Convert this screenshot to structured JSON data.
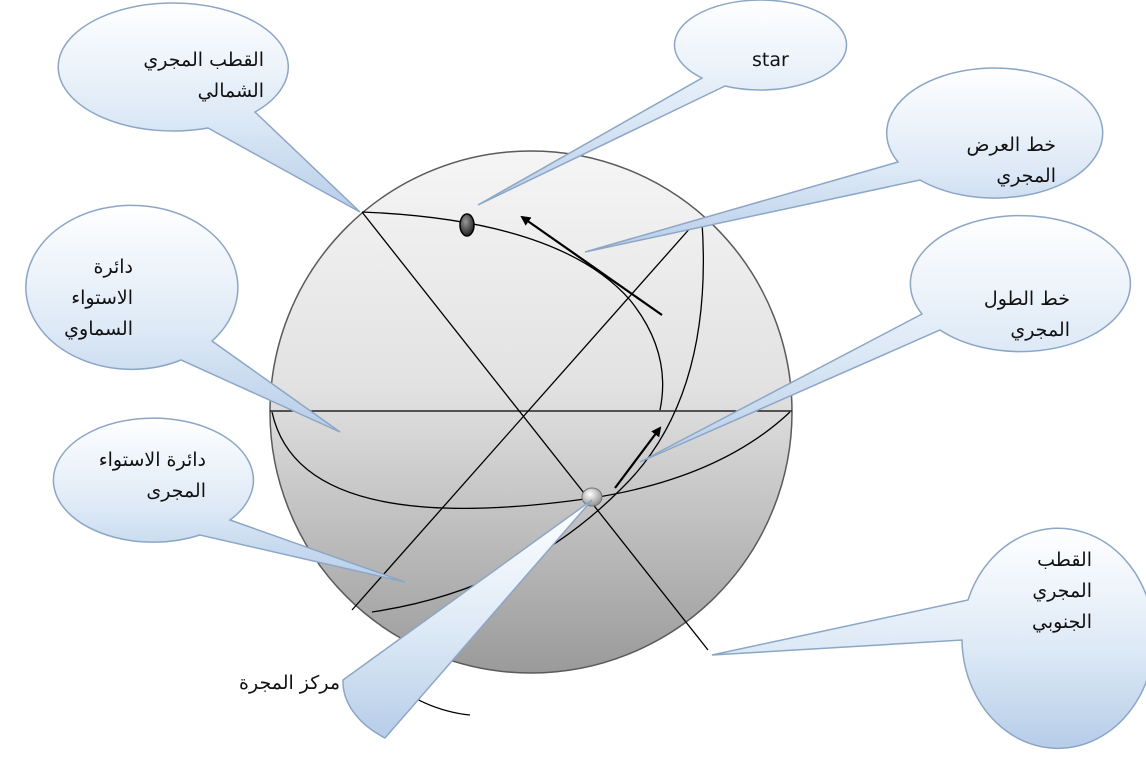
{
  "diagram": {
    "callouts": {
      "north_galactic_pole": "القطب المجري\nالشمالي",
      "star": "star",
      "galactic_latitude": "خط العرض\nالمجري",
      "celestial_equator": "دائرة\nالاستواء\nالسماوي",
      "galactic_longitude": "خط الطول\nالمجري",
      "galactic_equator": "دائرة الاستواء\nالمجرى",
      "south_galactic_pole": "القطب\nالمجري\nالجنوبي",
      "galactic_center": "مركز المجرة"
    }
  }
}
